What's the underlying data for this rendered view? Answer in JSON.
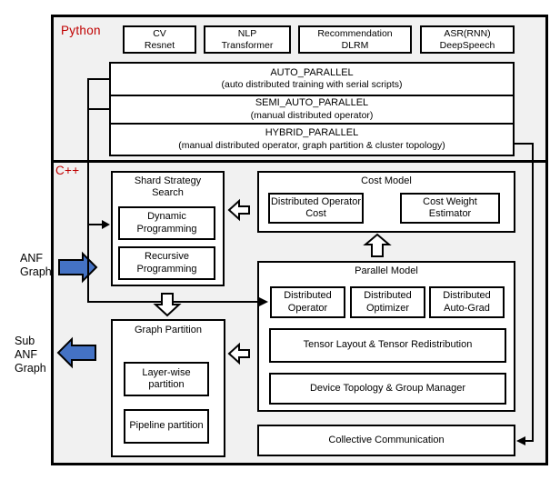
{
  "colors": {
    "accent_red": "#C00000",
    "arrow_blue": "#4472C4",
    "panel_bg": "#f1f1f1"
  },
  "python_section": {
    "label": "Python",
    "apps": [
      {
        "line1": "CV",
        "line2": "Resnet"
      },
      {
        "line1": "NLP",
        "line2": "Transformer"
      },
      {
        "line1": "Recommendation",
        "line2": "DLRM"
      },
      {
        "line1": "ASR(RNN)",
        "line2": "DeepSpeech"
      }
    ],
    "modes": [
      {
        "title": "AUTO_PARALLEL",
        "subtitle": "(auto distributed training with serial scripts)"
      },
      {
        "title": "SEMI_AUTO_PARALLEL",
        "subtitle": "(manual distributed operator)"
      },
      {
        "title": "HYBRID_PARALLEL",
        "subtitle": "(manual distributed operator, graph partition & cluster topology)"
      }
    ]
  },
  "cpp_section": {
    "label": "C++",
    "shard_strategy": {
      "title": "Shard Strategy Search",
      "items": [
        "Dynamic Programming",
        "Recursive Programming"
      ]
    },
    "cost_model": {
      "title": "Cost Model",
      "items": [
        "Distributed Operator Cost",
        "Cost Weight Estimator"
      ]
    },
    "parallel_model": {
      "title": "Parallel Model",
      "row": [
        "Distributed Operator",
        "Distributed Optimizer",
        "Distributed Auto-Grad"
      ],
      "wide": [
        "Tensor Layout & Tensor Redistribution",
        "Device Topology & Group Manager"
      ]
    },
    "graph_partition": {
      "title": "Graph Partition",
      "items": [
        "Layer-wise partition",
        "Pipeline partition"
      ]
    },
    "collective_communication": "Collective Communication"
  },
  "side_labels": {
    "input": "ANF Graph",
    "output": "Sub ANF Graph"
  }
}
